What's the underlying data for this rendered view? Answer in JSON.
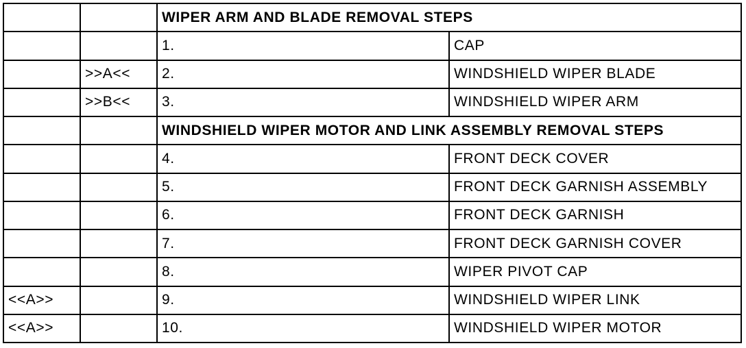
{
  "sections": [
    {
      "title": "WIPER ARM AND BLADE REMOVAL STEPS",
      "rows": [
        {
          "col_a": "",
          "col_b": "",
          "num": "1.",
          "item": "CAP"
        },
        {
          "col_a": "",
          "col_b": ">>A<<",
          "num": "2.",
          "item": "WINDSHIELD WIPER BLADE"
        },
        {
          "col_a": "",
          "col_b": ">>B<<",
          "num": "3.",
          "item": "WINDSHIELD WIPER ARM"
        }
      ]
    },
    {
      "title": "WINDSHIELD WIPER MOTOR AND LINK ASSEMBLY REMOVAL STEPS",
      "rows": [
        {
          "col_a": "",
          "col_b": "",
          "num": "4.",
          "item": "FRONT DECK COVER"
        },
        {
          "col_a": "",
          "col_b": "",
          "num": "5.",
          "item": "FRONT DECK GARNISH ASSEMBLY"
        },
        {
          "col_a": "",
          "col_b": "",
          "num": "6.",
          "item": "FRONT DECK GARNISH"
        },
        {
          "col_a": "",
          "col_b": "",
          "num": "7.",
          "item": "FRONT DECK GARNISH COVER"
        },
        {
          "col_a": "",
          "col_b": "",
          "num": "8.",
          "item": "WIPER PIVOT CAP"
        },
        {
          "col_a": "<<A>>",
          "col_b": "",
          "num": "9.",
          "item": "WINDSHIELD WIPER LINK"
        },
        {
          "col_a": "<<A>>",
          "col_b": "",
          "num": "10.",
          "item": "WINDSHIELD WIPER MOTOR"
        }
      ]
    }
  ]
}
